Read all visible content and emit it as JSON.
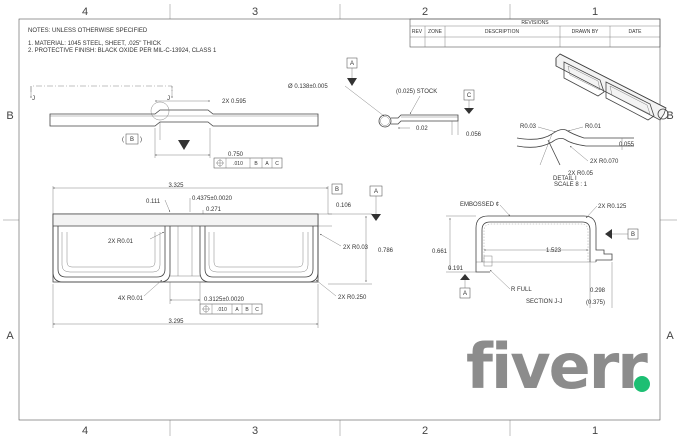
{
  "drawing": {
    "zones_top": [
      "4",
      "3",
      "2",
      "1"
    ],
    "zones_bottom": [
      "4",
      "3",
      "2",
      "1"
    ],
    "zones_left": [
      "B",
      "A"
    ],
    "zones_right": [
      "B",
      "A"
    ],
    "notes": {
      "heading": "NOTES: UNLESS OTHERWISE SPECIFIED",
      "line1": "1. MATERIAL: 1045 STEEL, SHEET, .025\" THICK",
      "line2": "2. PROTECTIVE FINISH: BLACK OXIDE PER MIL-C-13924, CLASS 1"
    },
    "revisions": {
      "title": "REVISIONS",
      "col_rev": "REV",
      "col_zone": "ZONE",
      "col_description": "DESCRIPTION",
      "col_drawn_by": "DRAWN BY",
      "col_date": "DATE"
    },
    "datums": {
      "a": "A",
      "b": "B",
      "c": "C"
    },
    "section_letter": "J",
    "front_view": {
      "dim_0595": "2X 0.595",
      "dim_0750": "0.750",
      "fcf": {
        "tol": ".010",
        "d1": "B",
        "d2": "A",
        "d3": "C"
      }
    },
    "end_view": {
      "hole": "Ø 0.138±0.005",
      "stock": "(0.025) STOCK",
      "dim_002": "0.02",
      "dim_0056": "0.056"
    },
    "detail": {
      "r003": "R0.03",
      "r001": "R0.01",
      "dim_0055": "0.055",
      "r0070": "2X R0.070",
      "r005": "2X R0.05",
      "name": "DETAIL I",
      "scale": "SCALE 8 : 1"
    },
    "top_view": {
      "dim_3325": "3.325",
      "dim_0111": "0.111",
      "dim_04375": "0.4375±0.0020",
      "dim_0271": "0.271",
      "dim_0106": "0.106",
      "r001_2x": "2X R0.01",
      "r003_2x": "2X R0.03",
      "dim_0786": "0.786",
      "r001_4x": "4X R0.01",
      "r0250_2x": "2X R0.250",
      "dim_03125": "0.3125±0.0020",
      "fcf": {
        "tol": ".010",
        "d1": "A",
        "d2": "B",
        "d3": "C"
      },
      "dim_3295": "3.295"
    },
    "section": {
      "embossed": "EMBOSSED ¢",
      "r0125": "2X R0.125",
      "dim_0661": "0.661",
      "dim_1523": "1.523",
      "dim_0191": "0.191",
      "r_full": "R FULL",
      "dim_0298": "0.298",
      "dim_0375": "(0.375)",
      "name": "SECTION J-J"
    },
    "watermark": "fiverr",
    "colors": {
      "watermark_gray": "#8c8c8c",
      "watermark_dot": "#1dbf73"
    }
  }
}
